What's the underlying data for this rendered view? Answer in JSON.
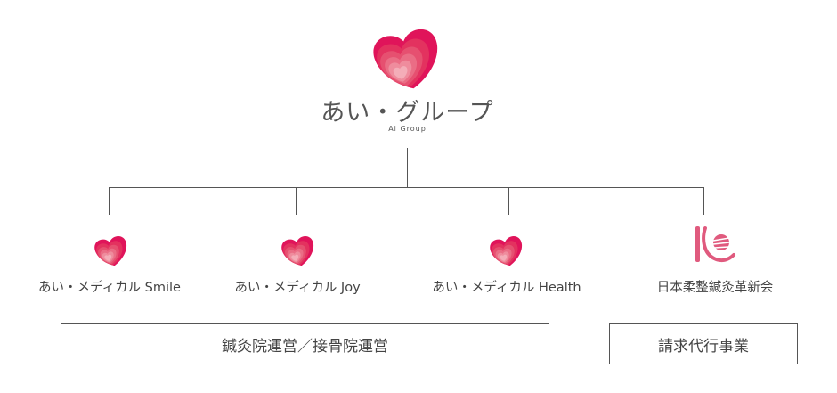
{
  "root": {
    "title": "あい・グループ",
    "subtitle": "Ai Group",
    "logo": "heart-logo"
  },
  "children": [
    {
      "label": "あい・メディカル Smile",
      "logo": "heart-logo"
    },
    {
      "label": "あい・メディカル Joy",
      "logo": "heart-logo"
    },
    {
      "label": "あい・メディカル Health",
      "logo": "heart-logo"
    },
    {
      "label": "日本柔整鍼灸革新会",
      "logo": "k-circle-logo"
    }
  ],
  "groups": [
    {
      "label": "鍼灸院運営／接骨院運営"
    },
    {
      "label": "請求代行事業"
    }
  ],
  "colors": {
    "brand": "#e0145a",
    "line": "#555555",
    "k_logo": "#e05a7e"
  }
}
